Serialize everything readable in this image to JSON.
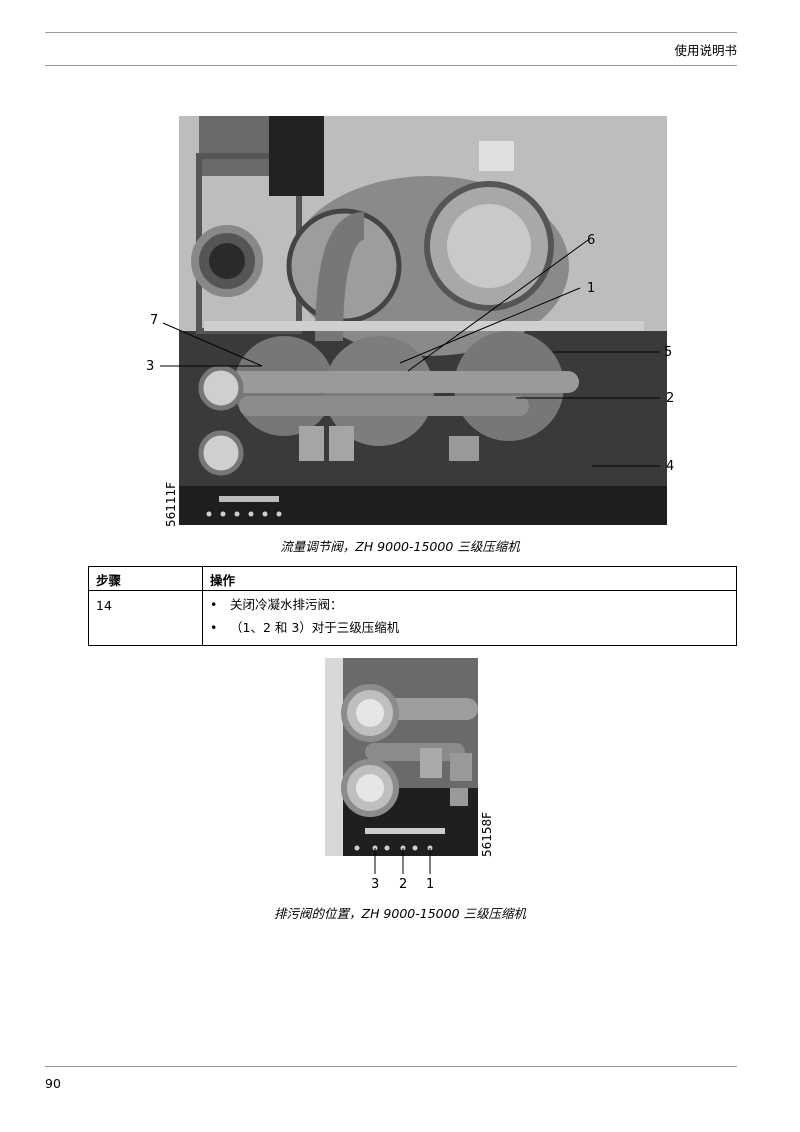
{
  "header": {
    "title": "使用说明书"
  },
  "figure1": {
    "code": "56111F",
    "callouts": [
      "7",
      "3",
      "6",
      "1",
      "5",
      "2",
      "4"
    ],
    "caption": "流量调节阀，ZH 9000-15000 三级压缩机"
  },
  "table": {
    "headers": [
      "步骤",
      "操作"
    ],
    "rows": [
      {
        "step": "14",
        "actions": [
          "关闭冷凝水排污阀：",
          "（1、2 和 3）对于三级压缩机"
        ]
      }
    ],
    "bullet": "•"
  },
  "figure2": {
    "code": "56158F",
    "callouts": [
      "3",
      "2",
      "1"
    ],
    "caption": "排污阀的位置，ZH 9000-15000 三级压缩机"
  },
  "footer": {
    "page_number": "90"
  }
}
